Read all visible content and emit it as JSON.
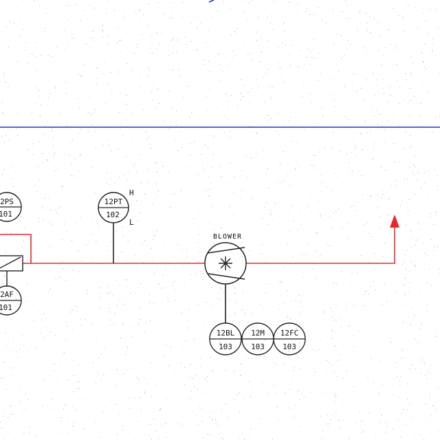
{
  "colors": {
    "background": "#ffffff",
    "process_line": "#e8262b",
    "boundary_line": "#1f2fd8",
    "instrument": "#222222",
    "speckle": "#8a8a8a"
  },
  "equipment": {
    "blower_label": "BLOWER"
  },
  "instruments": {
    "ps": {
      "tag": "2PS",
      "number": "101"
    },
    "af": {
      "tag": "2AF",
      "number": "101"
    },
    "pt": {
      "tag": "12PT",
      "number": "102",
      "high_label": "H",
      "low_label": "L"
    },
    "bl": {
      "tag": "12BL",
      "number": "103"
    },
    "m": {
      "tag": "12M",
      "number": "103"
    },
    "fc": {
      "tag": "12FC",
      "number": "103"
    }
  }
}
